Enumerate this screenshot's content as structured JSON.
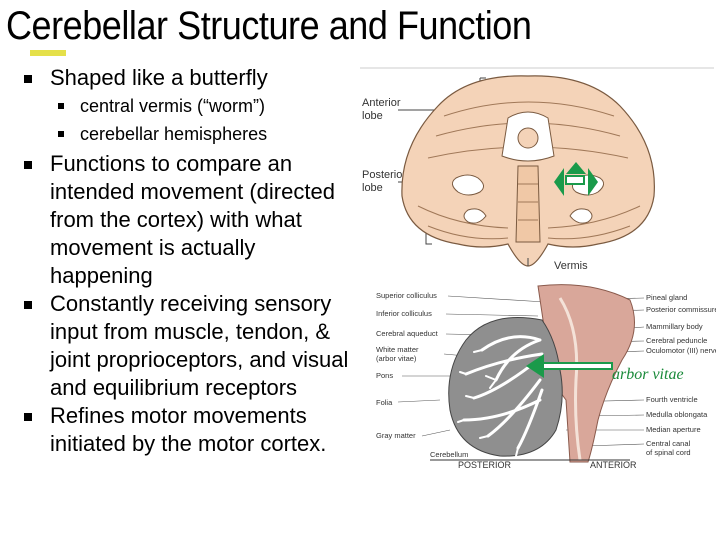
{
  "slide": {
    "title": "Cerebellar Structure and Function",
    "accent_color": "#e5e04a"
  },
  "bullets": [
    {
      "text": "Shaped like a butterfly",
      "sub": [
        "central vermis (“worm”)",
        "cerebellar hemispheres"
      ]
    },
    {
      "text": "Functions to compare an intended movement (directed from the cortex) with what movement is actually happening"
    },
    {
      "text": "Constantly receiving sensory input from muscle, tendon, & joint proprioceptors, and visual and equilibrium receptors"
    },
    {
      "text": "Refines motor movements initiated by the motor cortex."
    }
  ],
  "figure_top": {
    "labels": {
      "anterior_lobe": [
        "Anterior",
        "lobe"
      ],
      "posterior_lobe": [
        "Posterior",
        "lobe"
      ],
      "vermis": "Vermis"
    },
    "arrow_color": "#1a9a4a"
  },
  "figure_bottom": {
    "left_labels": [
      "Superior colliculus",
      "Inferior colliculus",
      "Cerebral aqueduct",
      "White matter",
      "(arbor vitae)",
      "Pons",
      "Folia",
      "Gray matter",
      "Cerebellum"
    ],
    "right_labels": [
      "Pineal gland",
      "Posterior commissure",
      "Mammillary body",
      "Cerebral peduncle",
      "Oculomotor (III) nerve",
      "Fourth ventricle",
      "Medulla oblongata",
      "Median aperture",
      "Central canal",
      "of spinal cord"
    ],
    "bottom_labels": [
      "POSTERIOR",
      "ANTERIOR"
    ],
    "callout": "arbor vitae",
    "callout_color": "#1a8a3a",
    "arrow_color": "#1a9a4a"
  }
}
